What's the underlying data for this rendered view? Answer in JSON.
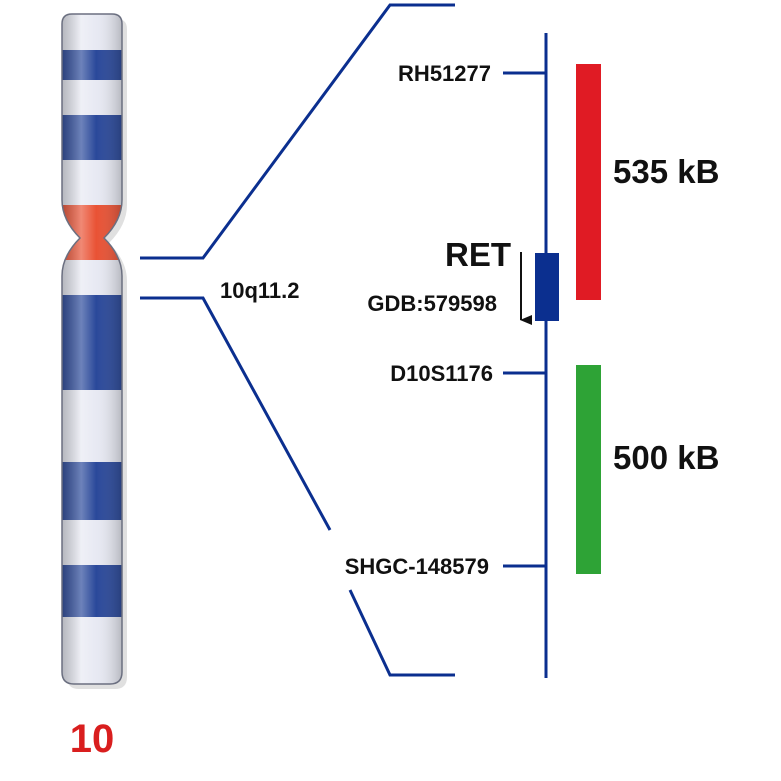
{
  "colors": {
    "line": "#0b2f8f",
    "band_dark": "#1f3f95",
    "band_light": "#e6e8f2",
    "centromere": "#e8492a",
    "region1": "#e01b24",
    "region2": "#2ea336",
    "chrom_label": "#d91e1e"
  },
  "chromosome": {
    "label": "10"
  },
  "band_label": "10q11.2",
  "markers": [
    {
      "id": "rh",
      "label": "RH51277"
    },
    {
      "id": "gdb",
      "label": "GDB:579598"
    },
    {
      "id": "d10",
      "label": "D10S1176"
    },
    {
      "id": "shgc",
      "label": "SHGC-148579"
    }
  ],
  "gene": {
    "label": "RET",
    "arrow": "down-arrow-icon"
  },
  "regions": [
    {
      "label": "535 kB"
    },
    {
      "label": "500 kB"
    }
  ]
}
